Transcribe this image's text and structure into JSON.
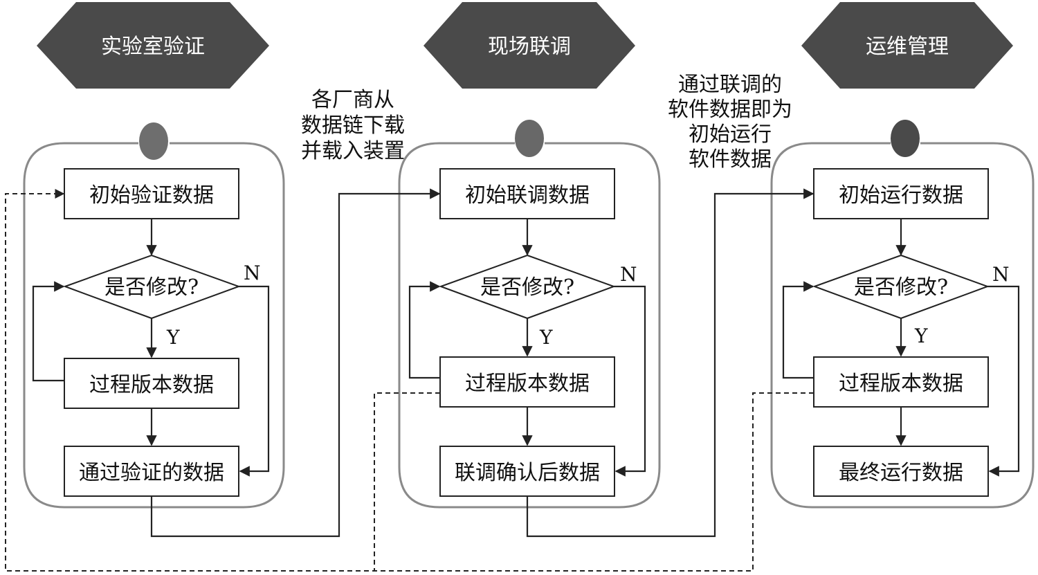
{
  "stages": [
    {
      "title": "实验室验证",
      "boxes": [
        "初始验证数据",
        "是否修改?",
        "过程版本数据",
        "通过验证的数据"
      ],
      "yes": "Y",
      "no": "N"
    },
    {
      "title": "现场联调",
      "boxes": [
        "初始联调数据",
        "是否修改?",
        "过程版本数据",
        "联调确认后数据"
      ],
      "yes": "Y",
      "no": "N"
    },
    {
      "title": "运维管理",
      "boxes": [
        "初始运行数据",
        "是否修改?",
        "过程版本数据",
        "最终运行数据"
      ],
      "yes": "Y",
      "no": "N"
    }
  ],
  "annotations": {
    "a1": [
      "各厂商从",
      "数据链下载",
      "并载入装置"
    ],
    "a2": [
      "通过联调的",
      "软件数据即为",
      "初始运行",
      "软件数据"
    ]
  },
  "colors": {
    "hexagon": "#4a4a4a",
    "frame": "#8a8a8a",
    "dot1": "#6e6e6e",
    "dot2": "#686868",
    "dot3": "#4a4a4a"
  }
}
